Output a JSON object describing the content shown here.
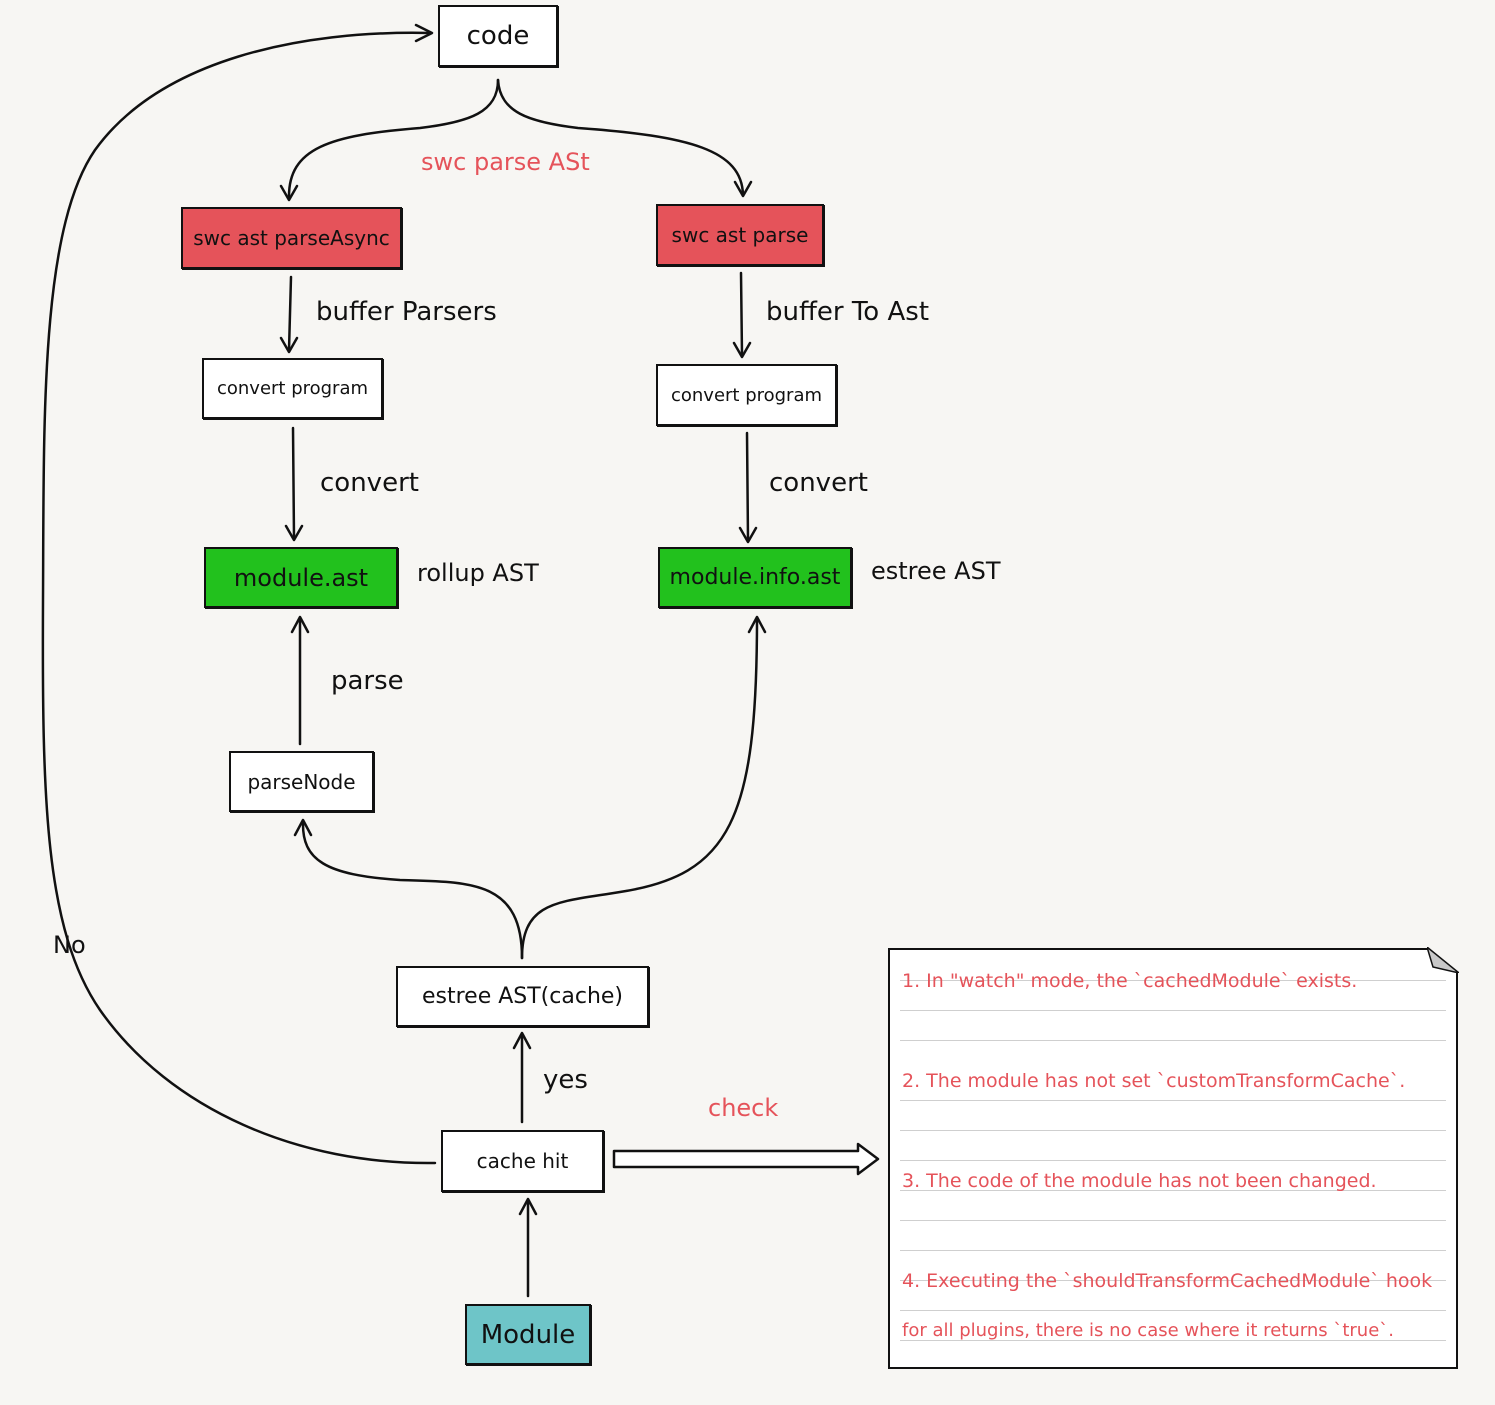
{
  "colors": {
    "background": "#f7f6f3",
    "red_box": "#e5535a",
    "green_box": "#22c11d",
    "teal_box": "#6ec5c8",
    "red_text": "#e5535a"
  },
  "nodes": {
    "code": "code",
    "swc_parse_async": "swc ast parseAsync",
    "swc_parse": "swc ast parse",
    "convert_program_left": "convert program",
    "convert_program_right": "convert program",
    "module_ast": "module.ast",
    "module_info_ast": "module.info.ast",
    "parse_node": "parseNode",
    "estree_cache": "estree AST(cache)",
    "cache_hit": "cache hit",
    "module": "Module"
  },
  "labels": {
    "swc_parse_ast": "swc parse ASt",
    "buffer_parsers": "buffer Parsers",
    "buffer_to_ast": "buffer To Ast",
    "convert_left": "convert",
    "convert_right": "convert",
    "rollup_ast": "rollup AST",
    "estree_ast": "estree AST",
    "parse": "parse",
    "no": "No",
    "yes": "yes",
    "check": "check"
  },
  "note": {
    "lines": [
      "1. In \"watch\" mode, the `cachedModule` exists.",
      "2. The module has not set `customTransformCache`.",
      "3. The code of the module has not been changed.",
      "4. Executing the `shouldTransformCachedModule` hook",
      "for all plugins, there is no case where it returns `true`."
    ]
  }
}
